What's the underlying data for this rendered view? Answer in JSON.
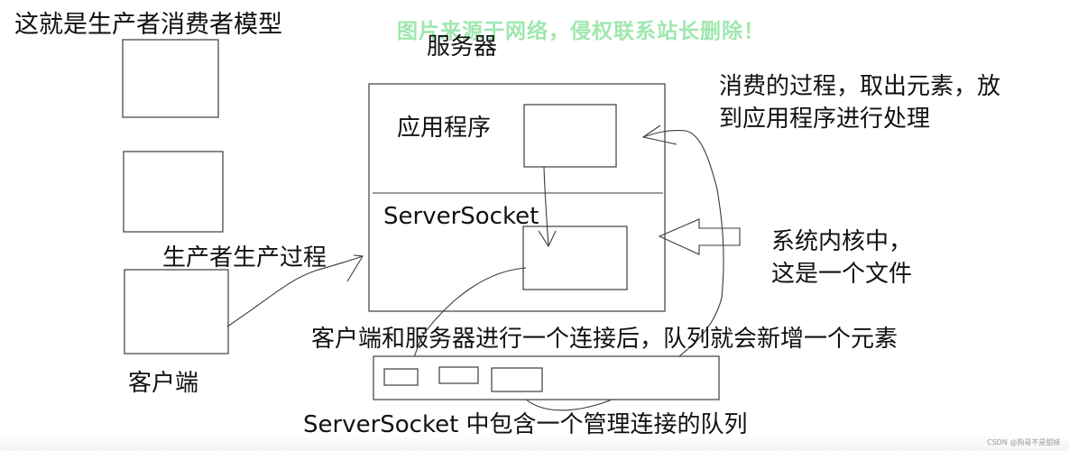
{
  "title": "这就是生产者消费者模型",
  "watermark": "图片来源于网络，侵权联系站长删除！",
  "credit": "CSDN @狗哥不是甜妹",
  "server": {
    "label": "服务器",
    "application_label": "应用程序",
    "serversocket_label": "ServerSocket"
  },
  "clients": {
    "label": "客户端"
  },
  "annotations": {
    "producer_process": "生产者生产过程",
    "consumer_process_line1": "消费的过程，取出元素，放",
    "consumer_process_line2": "到应用程序进行处理",
    "kernel_line1": "系统内核中，",
    "kernel_line2": "这是一个文件",
    "connection_note": "客户端和服务器进行一个连接后，队列就会新增一个元素",
    "queue_note": "ServerSocket 中包含一个管理连接的队列"
  }
}
